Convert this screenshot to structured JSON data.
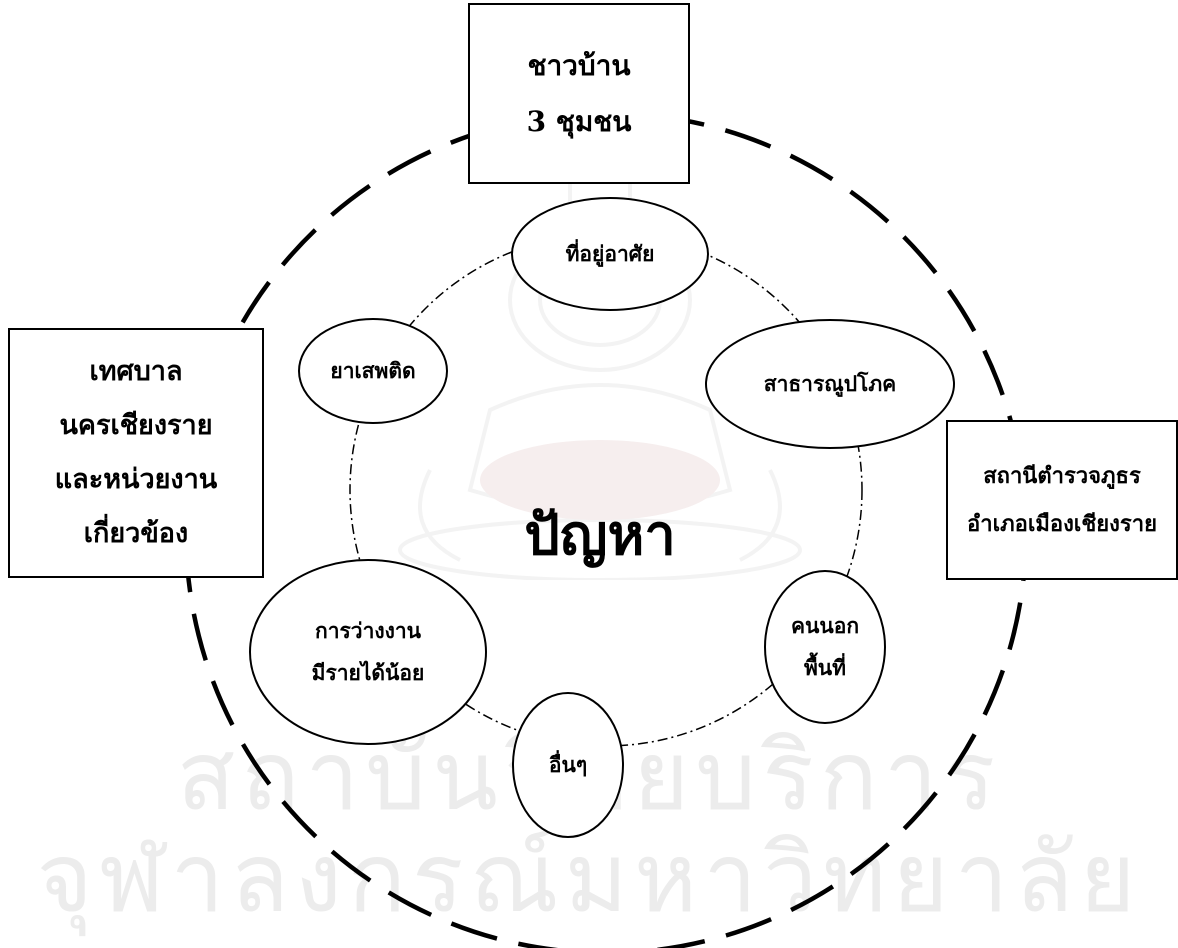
{
  "watermark": {
    "line1": "สถาบันวิทยบริการ",
    "line2": "จุฬาลงกรณ์มหาวิทยาลัย"
  },
  "outer_boxes": {
    "top": {
      "lines": [
        "ชาวบ้าน",
        "3  ชุมชน"
      ]
    },
    "left": {
      "lines": [
        "เทศบาล",
        "นครเชียงราย",
        "และหน่วยงาน",
        "เกี่ยวข้อง"
      ]
    },
    "right": {
      "lines": [
        "สถานีตำรวจภูธร",
        "อำเภอเมืองเชียงราย"
      ]
    }
  },
  "center_label": "ปัญหา",
  "problem_nodes": [
    {
      "id": "housing",
      "lines": [
        "ที่อยู่อาศัย"
      ]
    },
    {
      "id": "utilities",
      "lines": [
        "สาธารณูปโภค"
      ]
    },
    {
      "id": "outsiders",
      "lines": [
        "คนนอก",
        "พื้นที่"
      ]
    },
    {
      "id": "others",
      "lines": [
        "อื่นๆ"
      ]
    },
    {
      "id": "unemployment",
      "lines": [
        "การว่างงาน",
        "มีรายได้น้อย"
      ]
    },
    {
      "id": "drugs",
      "lines": [
        "ยาเสพติด"
      ]
    }
  ],
  "colors": {
    "line": "#000000",
    "background": "#ffffff",
    "watermark": "#ececec"
  }
}
